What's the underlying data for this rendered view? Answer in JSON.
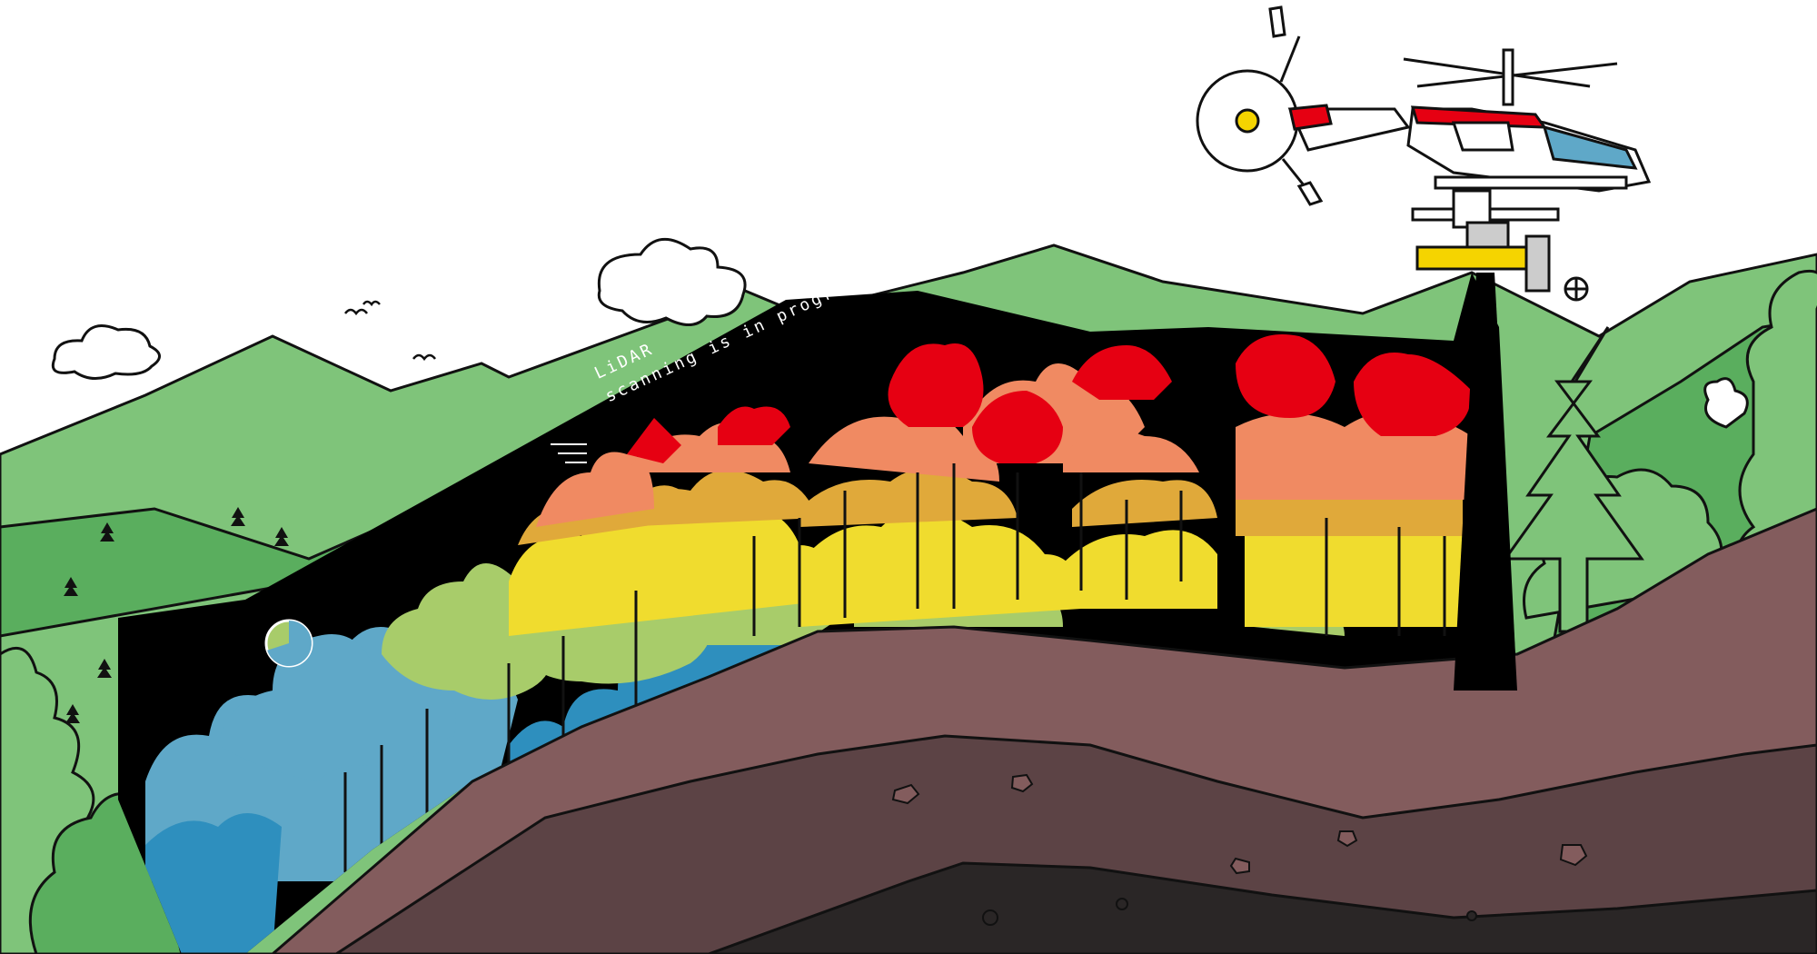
{
  "caption": {
    "line1": "LiDAR",
    "line2": "scanning is in progress."
  },
  "icons": {
    "menu": "lines-icon",
    "progress": "pie-chart-icon",
    "aircraft": "helicopter-icon"
  },
  "colors": {
    "sky": "#ffffff",
    "hills_light": "#7fc47a",
    "hills_dark": "#5aae5e",
    "scan_field": "#000000",
    "canopy_top": "#e60012",
    "canopy_2": "#f08a62",
    "canopy_3": "#e0a93a",
    "canopy_4": "#f0dc2e",
    "canopy_5": "#a8cc6a",
    "canopy_6": "#5fa8c8",
    "canopy_bottom": "#2e8fbe",
    "soil_top": "#835c5d",
    "soil_mid": "#5c4345",
    "bedrock": "#2a2626",
    "helicopter_accent": "#e60012",
    "helicopter_gold": "#f5d400"
  },
  "progress": 0.7
}
